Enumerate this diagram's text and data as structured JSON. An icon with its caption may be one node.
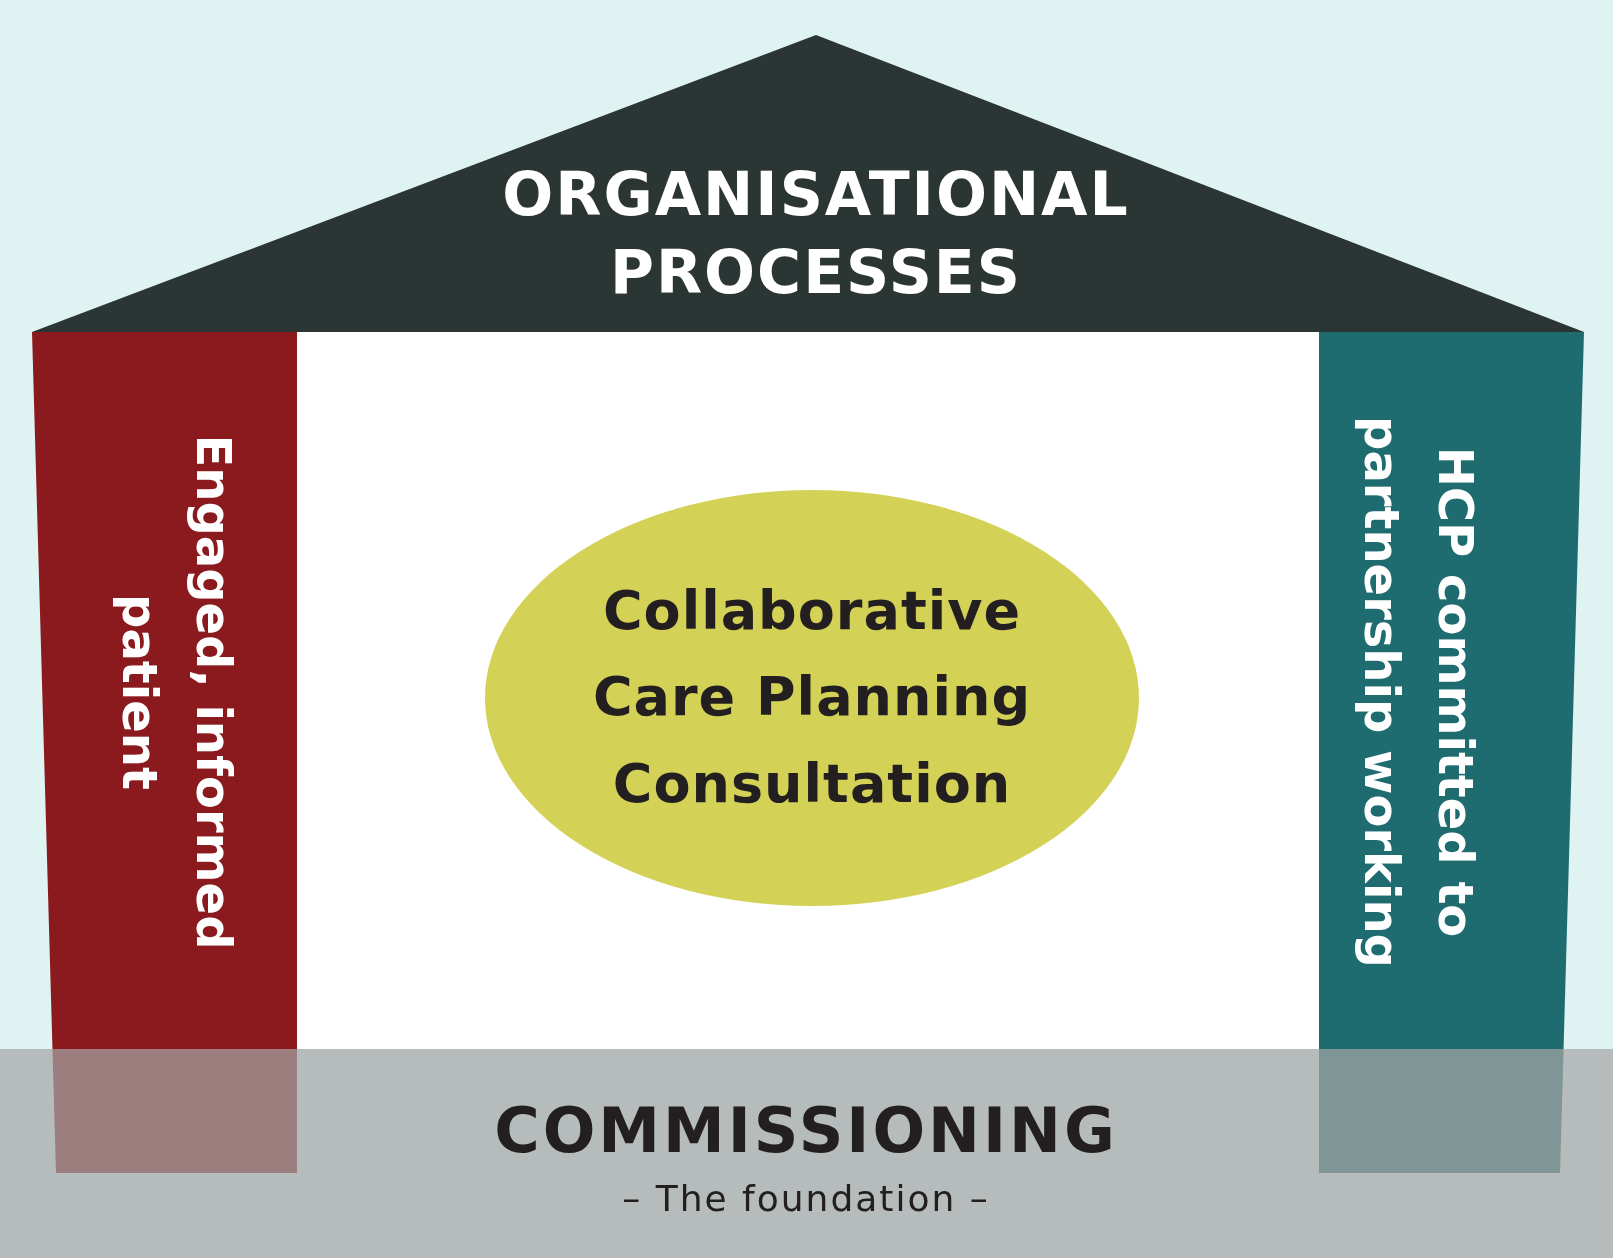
{
  "diagram": {
    "nodes": [
      {
        "text": [
          "ORGANISATIONAL PROCESSES"
        ]
      },
      {
        "text": [
          "Engaged, informed patient"
        ]
      },
      {
        "text": [
          "HCP committed to partnership working"
        ]
      },
      {
        "text": [
          "Collaborative Care Planning Consultation"
        ]
      },
      {
        "text": [
          "COMMISSIONING",
          "– The foundation –"
        ]
      }
    ]
  }
}
